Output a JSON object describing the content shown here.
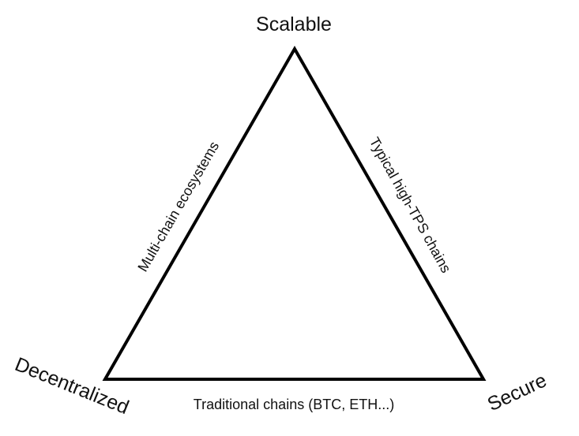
{
  "diagram": {
    "vertices": {
      "top": "Scalable",
      "bottom_left": "Decentralized",
      "bottom_right": "Secure"
    },
    "edges": {
      "left": "Multi-chain ecosystems",
      "right": "Typical high-TPS chains",
      "bottom": "Traditional chains (BTC, ETH...)"
    },
    "colors": {
      "line": "#000000",
      "text": "#111111",
      "background": "#ffffff"
    }
  }
}
